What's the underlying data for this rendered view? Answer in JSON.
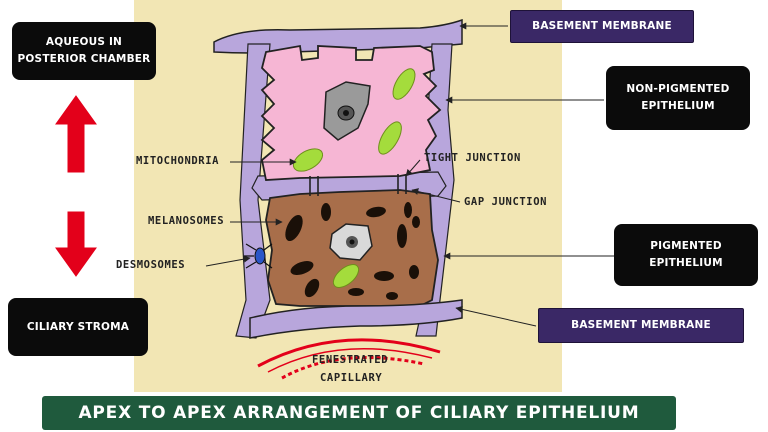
{
  "labels": {
    "aqueous": "AQUEOUS IN\nPOSTERIOR CHAMBER",
    "ciliary_stroma": "CILIARY STROMA",
    "basement_top": "BASEMENT MEMBRANE",
    "basement_bottom": "BASEMENT MEMBRANE",
    "non_pigmented": "NON-PIGMENTED\nEPITHELIUM",
    "pigmented": "PIGMENTED\nEPITHELIUM",
    "mitochondria": "MITOCHONDRIA",
    "tight_junction": "TIGHT JUNCTION",
    "gap_junction": "GAP JUNCTION",
    "melanosomes": "MELANOSOMES",
    "desmosomes": "DESMOSOMES",
    "fenestrated_1": "FENESTRATED",
    "fenestrated_2": "CAPILLARY"
  },
  "title": "APEX TO APEX ARRANGEMENT OF CILIARY EPITHELIUM",
  "colors": {
    "panel_bg": "#f2e6b4",
    "membrane": "#b8a6dc",
    "npe_cell": "#f6b6d4",
    "pe_cell": "#a86e4a",
    "arrow_red": "#e3001a",
    "title_bg": "#1f5a3d",
    "mitochondria": "#a4dc3c"
  }
}
